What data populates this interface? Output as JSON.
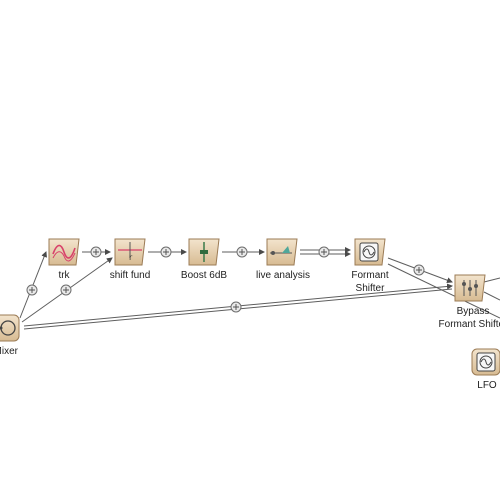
{
  "patch": {
    "nodes": {
      "mixer": {
        "label": "Mixer",
        "icon": "mixer-icon"
      },
      "trk": {
        "label": "trk",
        "icon": "pitch-track-icon"
      },
      "shift_fund": {
        "label": "shift fund",
        "icon": "pitch-shift-icon"
      },
      "boost": {
        "label": "Boost 6dB",
        "icon": "gain-fader-icon"
      },
      "live_analysis": {
        "label": "live analysis",
        "icon": "analysis-icon"
      },
      "formant_shifter": {
        "label": "Formant\nShifter",
        "icon": "oscillator-icon"
      },
      "bypass": {
        "label": "Bypass\nFormant Shifter",
        "icon": "switch-icon"
      },
      "lfo": {
        "label": "LFO",
        "icon": "sine-wave-icon"
      }
    },
    "colors": {
      "node_fill": "#e6cfae",
      "node_stroke": "#9b7b55",
      "wire": "#5e5e5e",
      "track_curve": "#d8406a"
    }
  }
}
